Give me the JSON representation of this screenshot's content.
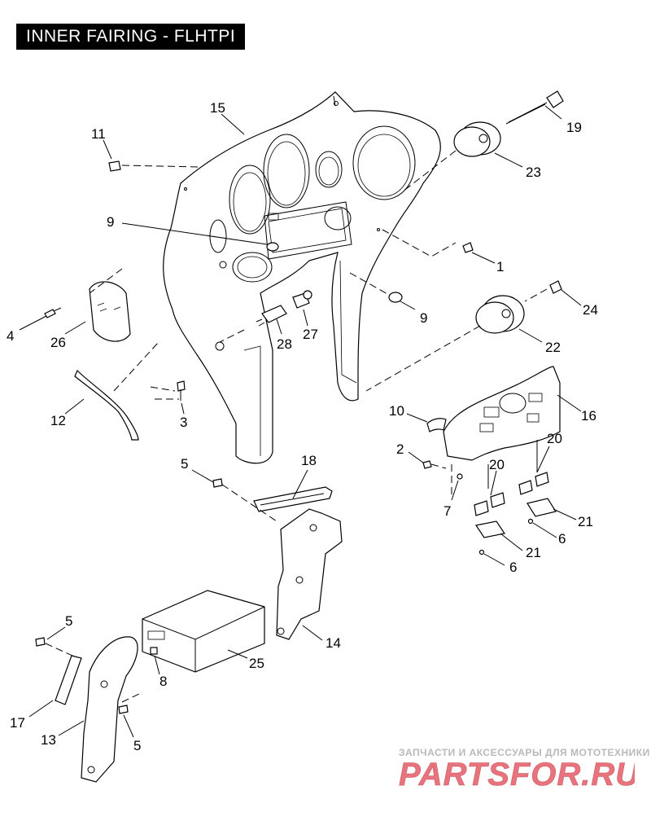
{
  "title": "INNER FAIRING - FLHTPI",
  "callouts": [
    "15",
    "11",
    "19",
    "23",
    "9",
    "1",
    "4",
    "26",
    "9",
    "24",
    "28",
    "27",
    "22",
    "10",
    "16",
    "12",
    "3",
    "2",
    "20",
    "20",
    "7",
    "21",
    "6",
    "21",
    "6",
    "5",
    "18",
    "5",
    "14",
    "25",
    "8",
    "17",
    "13",
    "5"
  ],
  "watermark": {
    "tagline": "ЗАПЧАСТИ И АКСЕССУАРЫ ДЛЯ МОТОТЕХНИКИ",
    "logo_text": "PARTSFOR.RU",
    "color": "#e8737d"
  }
}
